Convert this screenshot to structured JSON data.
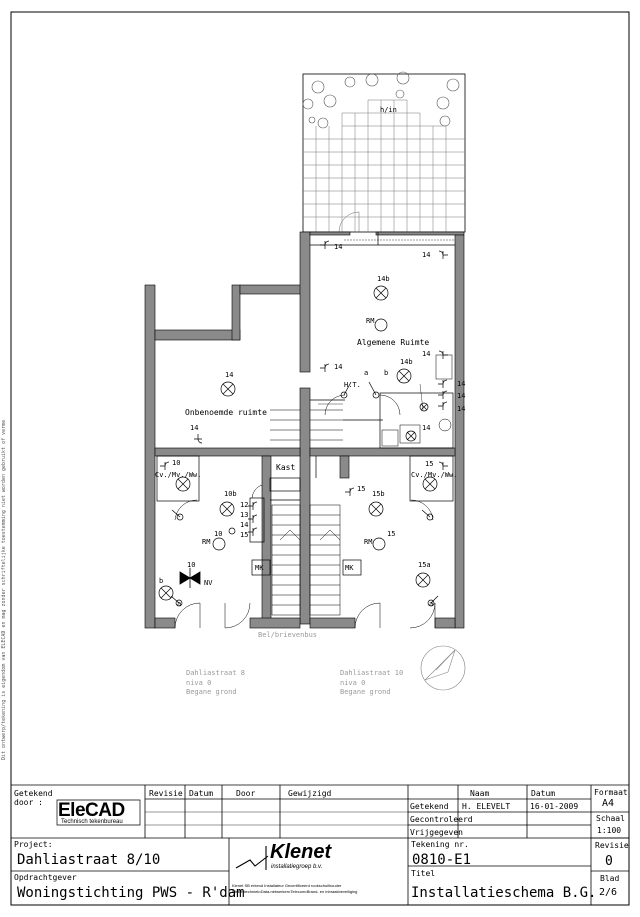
{
  "plan": {
    "garden_label": "h/in",
    "room_general": "Algemene Ruimte",
    "room_unnamed": "Onbenoemde ruimte",
    "hallway_label": "Kast",
    "mailbox_label": "Bel/brievenbus",
    "left_address": {
      "street": "Dahliastraat 8",
      "level": "niva 0",
      "floor": "Begane grond"
    },
    "right_address": {
      "street": "Dahliastraat 10",
      "level": "niva 0",
      "floor": "Begane grond"
    },
    "ht_label": "H.T.",
    "nv_label": "NV",
    "rm_label": "RM",
    "mk_label": "MK",
    "cv_left": "Cv./Mv./Ww.",
    "cv_right": "Cv./Mv./Ww.",
    "circuit_14": "14",
    "circuit_14b": "14b",
    "circuit_15": "15",
    "circuit_15a": "15a",
    "circuit_15b": "15b",
    "circuit_10": "10",
    "circuit_10b": "10b",
    "circuit_a": "a",
    "circuit_b": "b",
    "group_12": "12",
    "group_13": "13",
    "group_14": "14",
    "group_15": "15"
  },
  "side_text": "Dit ontwerp/tekening is eigendom van ELECAD en mag zonder schriftelijke toestemming niet worden gebruikt of vermenigvuldigd",
  "title_block": {
    "getekend_door": "Getekend door :",
    "logo_main": "EleCAD",
    "logo_sub": "Technisch tekenbureau",
    "col_revisie": "Revisie",
    "col_datum": "Datum",
    "col_door": "Door",
    "col_gewijzigd": "Gewijzigd",
    "col_naam": "Naam",
    "col_datum2": "Datum",
    "row_getekend": "Getekend",
    "row_gecontroleerd": "Gecontroleerd",
    "row_vrijgegeven": "Vrijgegeven",
    "getekend_naam": "H. ELEVELT",
    "getekend_datum": "16-01-2009",
    "formaat_label": "Formaat",
    "formaat_value": "A4",
    "schaal_label": "Schaal",
    "schaal_value": "1:100",
    "revisie_label": "Revisie",
    "revisie_value": "0",
    "blad_label": "Blad",
    "blad_value": "2/6",
    "project_label": "Project:",
    "project_value": "Dahliastraat 8/10",
    "opdrachtgever_label": "Opdrachtgever",
    "opdrachtgever_value": "Woningstichting PWS - R'dam",
    "klenet_main": "Klenet",
    "klenet_sub": "installatiegroep b.v.",
    "klenet_line1": "Klenet SB erkend Installateur Gecertificeerd rookschuilhouder",
    "klenet_line2": "Elektrotechniek•Data-netwerken•Telecom•Brand- en inbraakbeveiliging",
    "tekening_label": "Tekening nr.",
    "tekening_value": "0810-E1",
    "titel_label": "Titel",
    "titel_value": "Installatieschema B.G."
  }
}
